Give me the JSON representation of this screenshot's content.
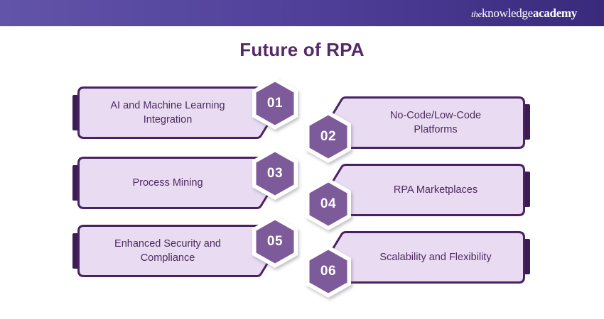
{
  "header": {
    "logo_the": "the",
    "logo_knowledge": "knowledge",
    "logo_academy": "academy"
  },
  "page_title": "Future of RPA",
  "items": [
    {
      "number": "01",
      "label": "AI and Machine Learning Integration"
    },
    {
      "number": "02",
      "label": "No-Code/Low-Code Platforms"
    },
    {
      "number": "03",
      "label": "Process Mining"
    },
    {
      "number": "04",
      "label": "RPA Marketplaces"
    },
    {
      "number": "05",
      "label": "Enhanced Security and Compliance"
    },
    {
      "number": "06",
      "label": "Scalability and Flexibility"
    }
  ],
  "colors": {
    "header_gradient_start": "#6254a8",
    "header_gradient_end": "#3a2a7c",
    "card_fill": "#e9dcf2",
    "card_border": "#4a2162",
    "accent_bar": "#3c1d53",
    "hexagon_fill": "#7d5a99",
    "hexagon_ring": "#ffffff",
    "title_text": "#542a66",
    "card_text": "#4d2960",
    "logo_text": "#ffffff"
  }
}
